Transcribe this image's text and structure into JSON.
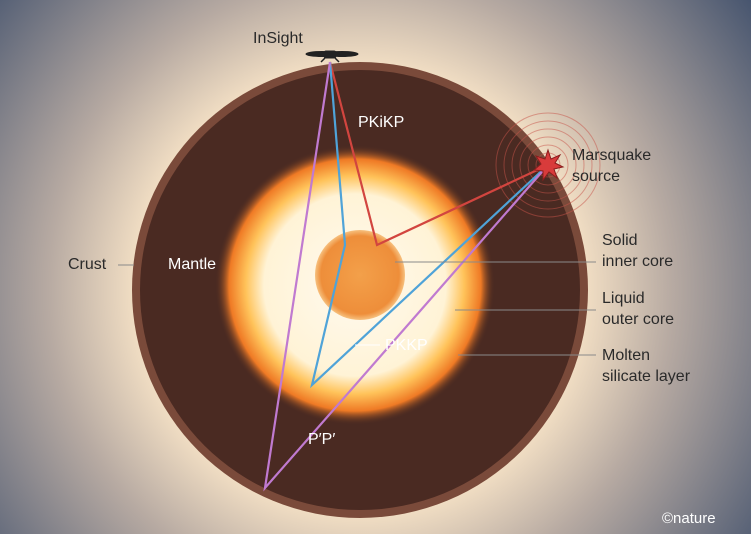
{
  "labels": {
    "insight": "InSight",
    "pkikp": "PKiKP",
    "marsquake_line1": "Marsquake",
    "marsquake_line2": "source",
    "solid_line1": "Solid",
    "solid_line2": "inner core",
    "liquid_line1": "Liquid",
    "liquid_line2": "outer core",
    "molten_line1": "Molten",
    "molten_line2": "silicate layer",
    "crust": "Crust",
    "mantle": "Mantle",
    "pkkp": "PKKP",
    "pp": "P′P′",
    "credit": "©nature"
  },
  "colors": {
    "pkikp": "#d2453f",
    "pkkp": "#4fa3d8",
    "pp": "#c07ad0",
    "mantle": "#4a2a22",
    "crust": "#7a4a3a"
  }
}
